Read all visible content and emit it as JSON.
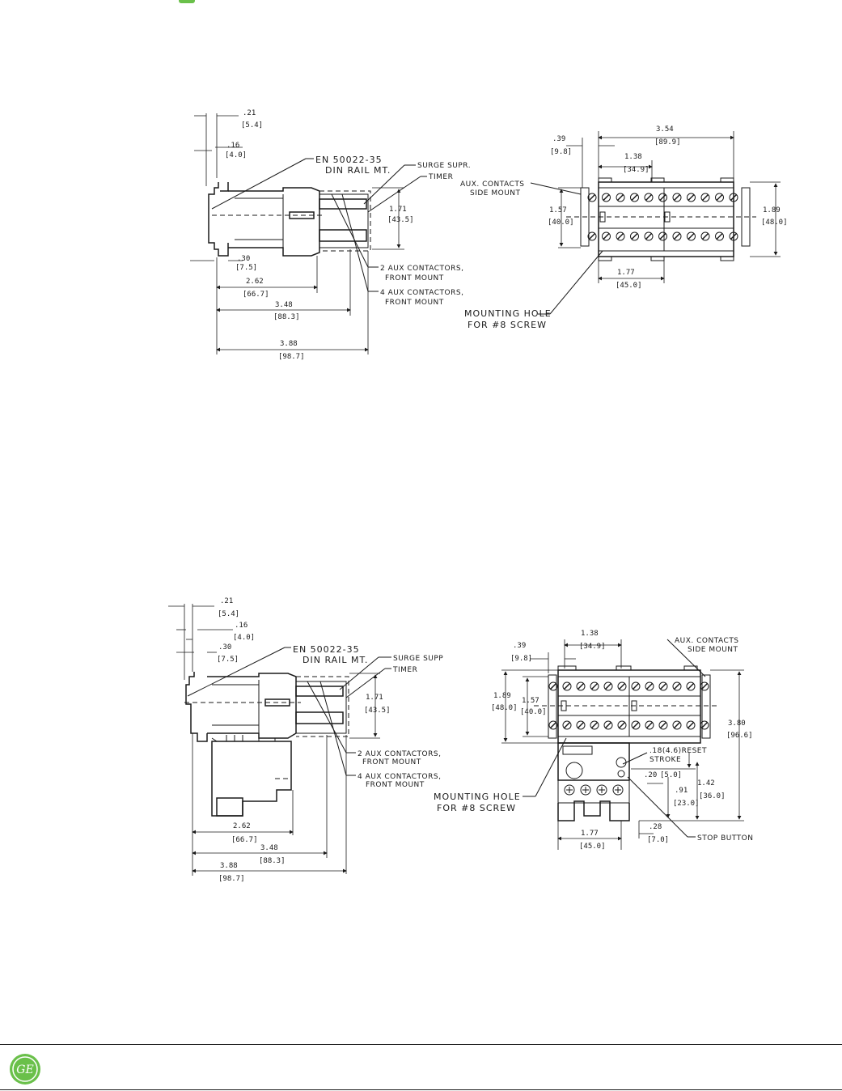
{
  "drawing1": {
    "side": {
      "d_21": ".21",
      "d_21m": "[5.4]",
      "d_16": ".16",
      "d_16m": "[4.0]",
      "din": "EN 50022-35",
      "din2": "DIN RAIL MT.",
      "surge": "SURGE SUPR.",
      "timer": "TIMER",
      "d_171": "1.71",
      "d_171m": "[43.5]",
      "d_30": ".30",
      "d_30m": "[7.5]",
      "aux2": "2 AUX CONTACTORS,",
      "aux2b": "FRONT MOUNT",
      "aux4": "4 AUX CONTACTORS,",
      "aux4b": "FRONT MOUNT",
      "d_262": "2.62",
      "d_262m": "[66.7]",
      "d_348": "3.48",
      "d_348m": "[88.3]",
      "d_388": "3.88",
      "d_388m": "[98.7]"
    },
    "front": {
      "d_354": "3.54",
      "d_354m": "[89.9]",
      "d_39": ".39",
      "d_39m": "[9.8]",
      "d_138": "1.38",
      "d_138m": "[34.9]",
      "auxside": "AUX. CONTACTS",
      "auxside2": "SIDE MOUNT",
      "d_157": "1.57",
      "d_157m": "[40.0]",
      "d_189": "1.89",
      "d_189m": "[48.0]",
      "d_177": "1.77",
      "d_177m": "[45.0]",
      "hole": "MOUNTING HOLE",
      "hole2": "FOR #8 SCREW"
    }
  },
  "drawing2": {
    "side": {
      "d_21": ".21",
      "d_21m": "[5.4]",
      "d_16": ".16",
      "d_16m": "[4.0]",
      "d_30": ".30",
      "d_30m": "[7.5]",
      "din": "EN 50022-35",
      "din2": "DIN RAIL MT.",
      "surge": "SURGE SUPP",
      "timer": "TIMER",
      "d_171": "1.71",
      "d_171m": "[43.5]",
      "aux2": "2 AUX CONTACTORS,",
      "aux2b": "FRONT MOUNT",
      "aux4": "4 AUX CONTACTORS,",
      "aux4b": "FRONT MOUNT",
      "d_262": "2.62",
      "d_262m": "[66.7]",
      "d_348": "3.48",
      "d_348m": "[88.3]",
      "d_388": "3.88",
      "d_388m": "[98.7]"
    },
    "front": {
      "d_39": ".39",
      "d_39m": "[9.8]",
      "d_138": "1.38",
      "d_138m": "[34.9]",
      "auxside": "AUX. CONTACTS",
      "auxside2": "SIDE MOUNT",
      "d_189": "1.89",
      "d_189m": "[48.0]",
      "d_157": "1.57",
      "d_157m": "[40.0]",
      "d_380": "3.80",
      "d_380m": "[96.6]",
      "reset": ".18(4.6)RESET",
      "reset2": "STROKE",
      "d_20": ".20",
      "d_20m": "[5.0]",
      "d_91": ".91",
      "d_91m": "[23.0]",
      "d_142": "1.42",
      "d_142m": "[36.0]",
      "hole": "MOUNTING HOLE",
      "hole2": "FOR #8 SCREW",
      "d_177": "1.77",
      "d_177m": "[45.0]",
      "d_28": ".28",
      "d_28m": "[7.0]",
      "stop": "STOP BUTTON"
    }
  },
  "footer": {
    "logo": "GE"
  }
}
